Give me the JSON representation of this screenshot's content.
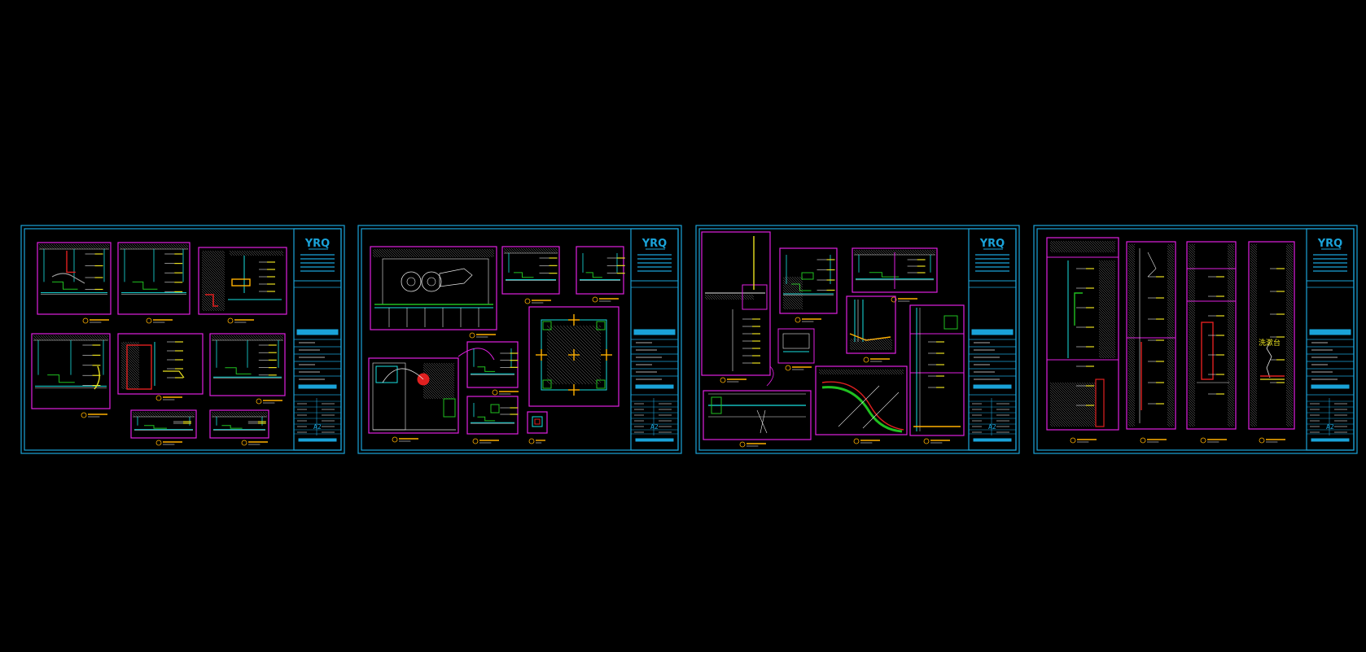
{
  "viewport": {
    "background": "#000000",
    "colors": {
      "frame": "#1aa3d9",
      "detail_box": "#e020e0",
      "cyan": "#18e0e0",
      "orange": "#ffb000",
      "red": "#e02020",
      "green": "#20c020",
      "gray": "#9a9a9a",
      "white": "#e8e8e8",
      "yellow": "#e8e020"
    }
  },
  "sheets": [
    {
      "logo": "YRQ",
      "sheet_no": "A2",
      "layout": "details-grid"
    },
    {
      "logo": "YRQ",
      "sheet_no": "A2",
      "layout": "mechanical"
    },
    {
      "logo": "YRQ",
      "sheet_no": "A2",
      "layout": "sections-curve"
    },
    {
      "logo": "YRQ",
      "sheet_no": "A2",
      "layout": "elevations",
      "annotation": "洗漱台"
    }
  ]
}
